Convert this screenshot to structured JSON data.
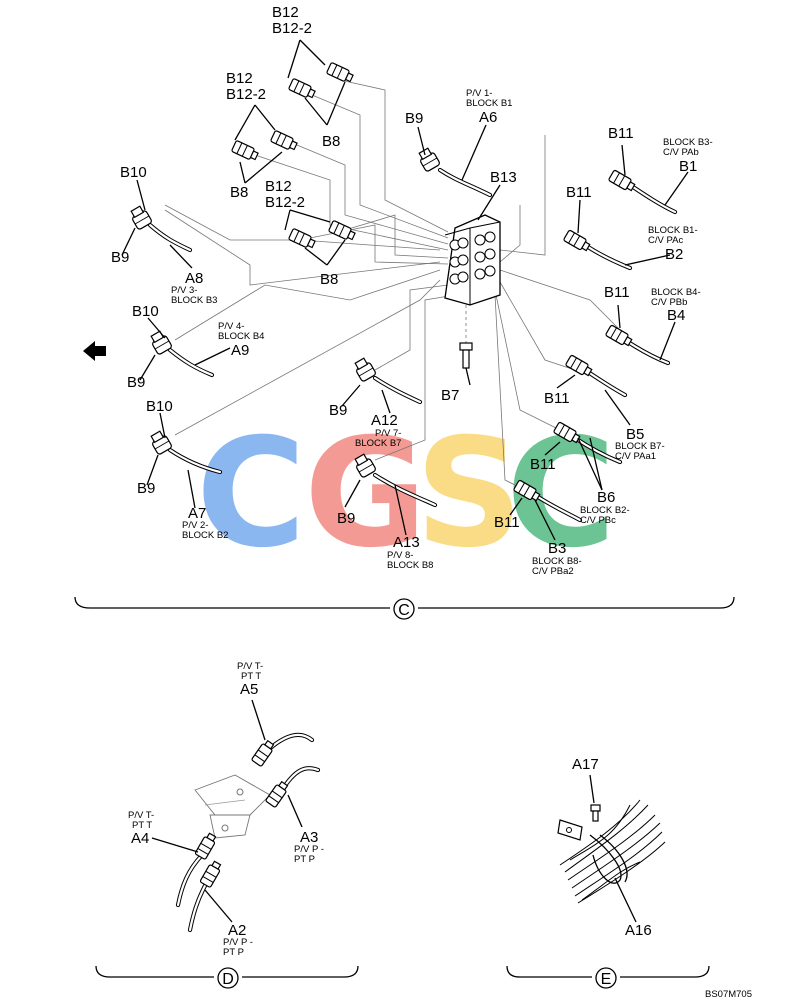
{
  "colors": {
    "watermark_c1": "#7fb0f0",
    "watermark_g": "#f2908a",
    "watermark_s": "#fbd97a",
    "watermark_c2": "#5dbd88"
  },
  "watermark": {
    "c1": "C",
    "g": "G",
    "s": "S",
    "c2": "C"
  },
  "arrow_icon": "left-arrow-icon",
  "section_c": {
    "label": "C",
    "callouts": {
      "b12_top_a": "B12",
      "b12_top_b": "B12-2",
      "b12_mid_a": "B12",
      "b12_mid_b": "B12-2",
      "b12_low_a": "B12",
      "b12_low_b": "B12-2",
      "b8_1": "B8",
      "b8_2": "B8",
      "b8_3": "B8",
      "b9_top": "B9",
      "a6": "A6",
      "a6_desc_1": "P/V 1-",
      "a6_desc_2": "BLOCK B1",
      "b13": "B13",
      "b10_1": "B10",
      "b9_1": "B9",
      "a8": "A8",
      "a8_desc_1": "P/V 3-",
      "a8_desc_2": "BLOCK B3",
      "b10_2": "B10",
      "b9_2": "B9",
      "a9": "A9",
      "a9_desc_1": "P/V 4-",
      "a9_desc_2": "BLOCK B4",
      "b10_3": "B10",
      "b9_3": "B9",
      "a7": "A7",
      "a7_desc_1": "P/V 2-",
      "a7_desc_2": "BLOCK B2",
      "b9_4": "B9",
      "a12": "A12",
      "a12_desc_1": "P/V 7-",
      "a12_desc_2": "BLOCK B7",
      "b9_5": "B9",
      "a13": "A13",
      "a13_desc_1": "P/V 8-",
      "a13_desc_2": "BLOCK B8",
      "b7": "B7",
      "b11_1": "B11",
      "b1": "B1",
      "b1_desc_1": "BLOCK B3-",
      "b1_desc_2": "C/V PAb",
      "b11_2": "B11",
      "b2": "B2",
      "b2_desc_1": "BLOCK B1-",
      "b2_desc_2": "C/V PAc",
      "b11_3": "B11",
      "b4": "B4",
      "b4_desc_1": "BLOCK B4-",
      "b4_desc_2": "C/V PBb",
      "b11_4": "B11",
      "b5": "B5",
      "b5_desc_1": "BLOCK B7-",
      "b5_desc_2": "C/V PAa1",
      "b11_5": "B11",
      "b6": "B6",
      "b6_desc_1": "BLOCK B2-",
      "b6_desc_2": "C/V PBc",
      "b11_6": "B11",
      "b3": "B3",
      "b3_desc_1": "BLOCK B8-",
      "b3_desc_2": "C/V PBa2"
    }
  },
  "section_d": {
    "label": "D",
    "callouts": {
      "a5_desc_1": "P/V T-",
      "a5_desc_2": "PT T",
      "a5": "A5",
      "a4_desc_1": "P/V T-",
      "a4_desc_2": "PT T",
      "a4": "A4",
      "a3": "A3",
      "a3_desc_1": "P/V P -",
      "a3_desc_2": "PT P",
      "a2": "A2",
      "a2_desc_1": "P/V P -",
      "a2_desc_2": "PT P"
    }
  },
  "section_e": {
    "label": "E",
    "callouts": {
      "a17": "A17",
      "a16": "A16"
    }
  },
  "figure_code": "BS07M705"
}
